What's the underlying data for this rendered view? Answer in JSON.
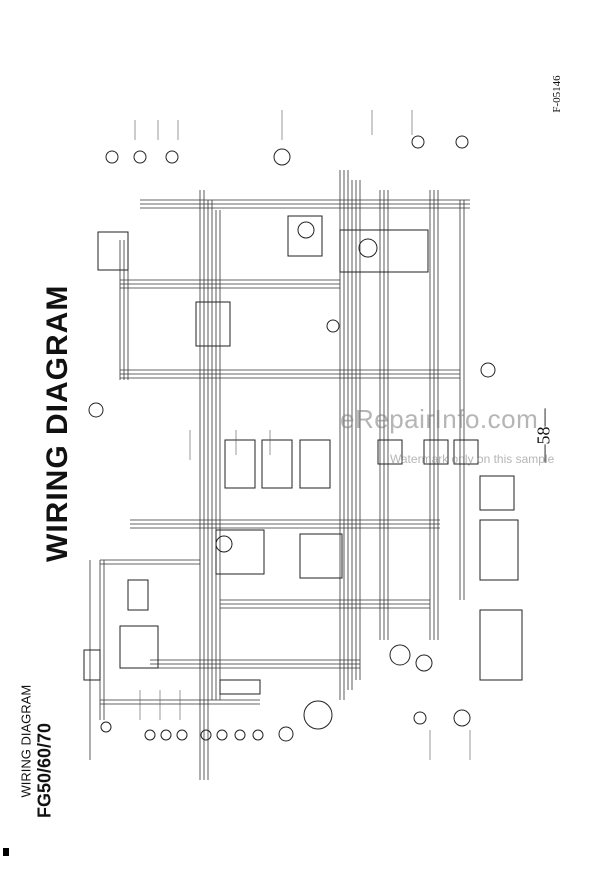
{
  "header": {
    "caption": "WIRING DIAGRAM",
    "model": "FG50/60/70"
  },
  "title": "WIRING DIAGRAM",
  "drawing_id": "F-05146",
  "page_number": "—58—",
  "watermark": {
    "brand": "eRepairInfo.com",
    "note": "Watermark only on this sample"
  },
  "colors": {
    "ink": "#222222",
    "paper": "#ffffff",
    "watermark": "#8a8a8a"
  }
}
